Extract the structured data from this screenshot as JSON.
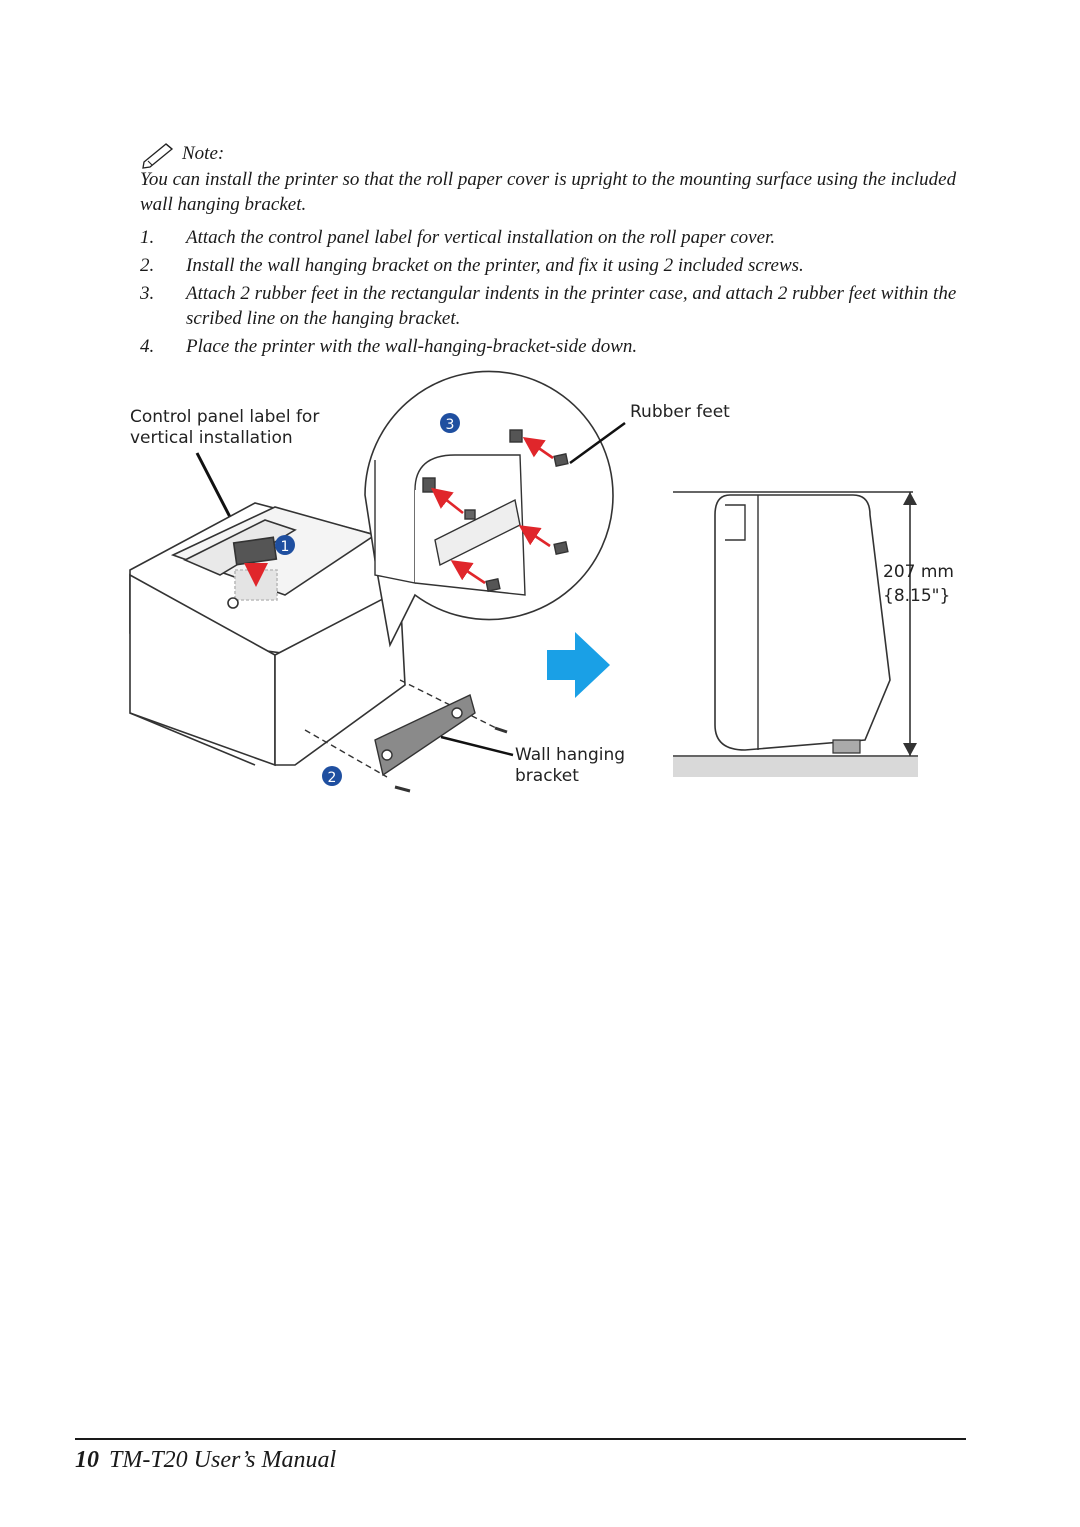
{
  "note": {
    "label": "Note:",
    "body": "You can install the printer so that the roll paper cover is upright to the mounting surface using the included wall hanging bracket."
  },
  "steps": [
    {
      "num": "1.",
      "text": "Attach the control panel label for vertical installation on the roll paper cover."
    },
    {
      "num": "2.",
      "text": "Install the wall hanging bracket on the printer, and fix it using 2 included screws."
    },
    {
      "num": "3.",
      "text": "Attach 2 rubber feet in the rectangular indents in the printer case, and attach 2 rubber feet within the scribed line on the hanging bracket."
    },
    {
      "num": "4.",
      "text": "Place the printer with the wall-hanging-bracket-side down."
    }
  ],
  "figure": {
    "label_control_panel_line1": "Control panel label for",
    "label_control_panel_line2": "vertical installation",
    "label_rubber_feet": "Rubber feet",
    "label_bracket_line1": "Wall hanging",
    "label_bracket_line2": "bracket",
    "dimension_mm": "207 mm",
    "dimension_in": "{8.15\"}",
    "callout_1": "1",
    "callout_2": "2",
    "callout_3": "3",
    "colors": {
      "arrow_red": "#e0262b",
      "arrow_blue": "#1aa0e6",
      "callout_blue": "#1f4fa0",
      "floor_gray": "#d9d9d9"
    }
  },
  "footer": {
    "page_number": "10",
    "title": "TM-T20 User’s Manual"
  }
}
